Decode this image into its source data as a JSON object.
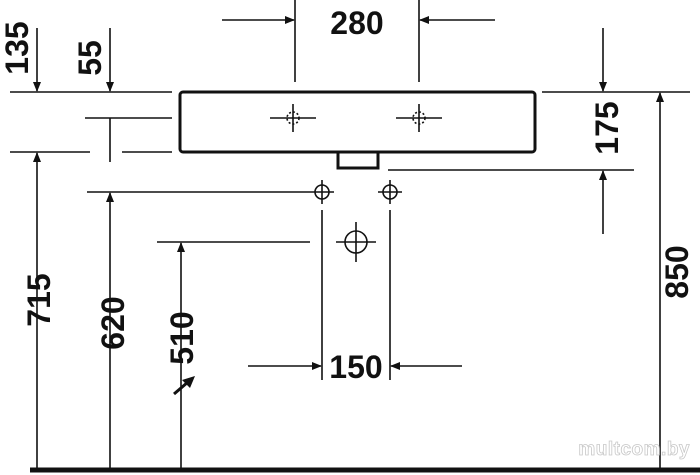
{
  "dimensions": {
    "top_width": "280",
    "top_rim_left": "135",
    "top_rim_inner": "55",
    "basin_depth_right": "175",
    "total_height_right": "850",
    "height_left_outer": "715",
    "height_left_mid": "620",
    "height_left_inner": "510",
    "bottom_width": "150"
  },
  "watermark": "multcom.by",
  "icons": {
    "up_arrow": "arrow-up-right-icon"
  }
}
